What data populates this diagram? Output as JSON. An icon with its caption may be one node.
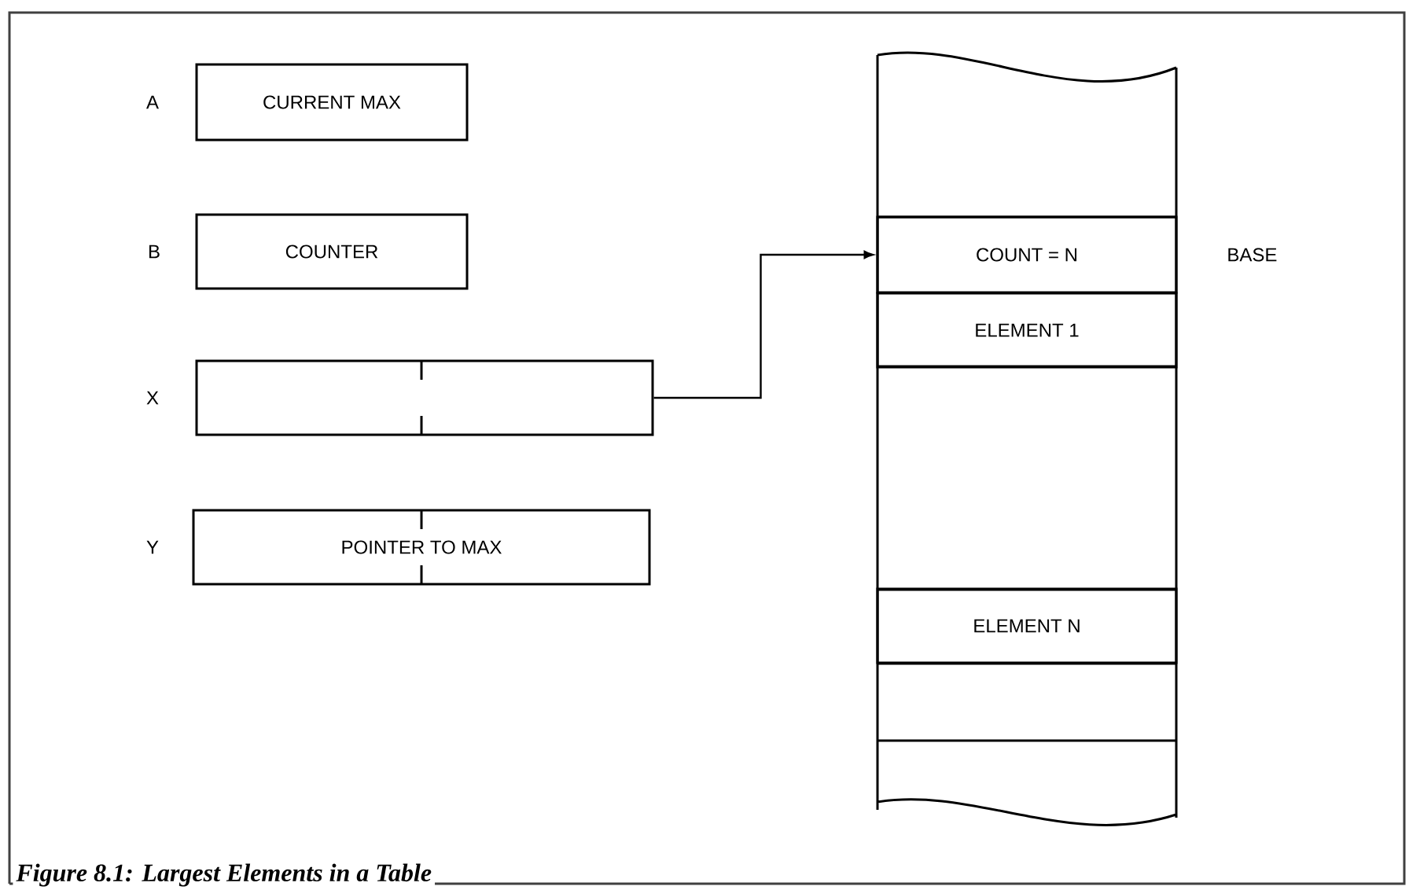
{
  "diagram": {
    "caption": "Figure 8.1: Largest Elements in a Table",
    "nodes": [
      {
        "text": [
          "CURRENT MAX"
        ],
        "beside": [
          "A"
        ]
      },
      {
        "text": [
          "COUNTER"
        ],
        "beside": [
          "B"
        ]
      },
      {
        "text": [],
        "shape": "box",
        "beside": [
          "X"
        ]
      },
      {
        "text": [
          "POINTER TO MAX"
        ],
        "beside": [
          "Y"
        ]
      },
      {
        "text": [
          "COUNT = N"
        ],
        "beside": [
          "BASE"
        ]
      },
      {
        "text": [
          "ELEMENT 1"
        ]
      },
      {
        "text": [
          "ELEMENT N"
        ]
      }
    ],
    "edges": [
      {
        "from": 2,
        "to": 4,
        "arrow": "to"
      }
    ]
  }
}
